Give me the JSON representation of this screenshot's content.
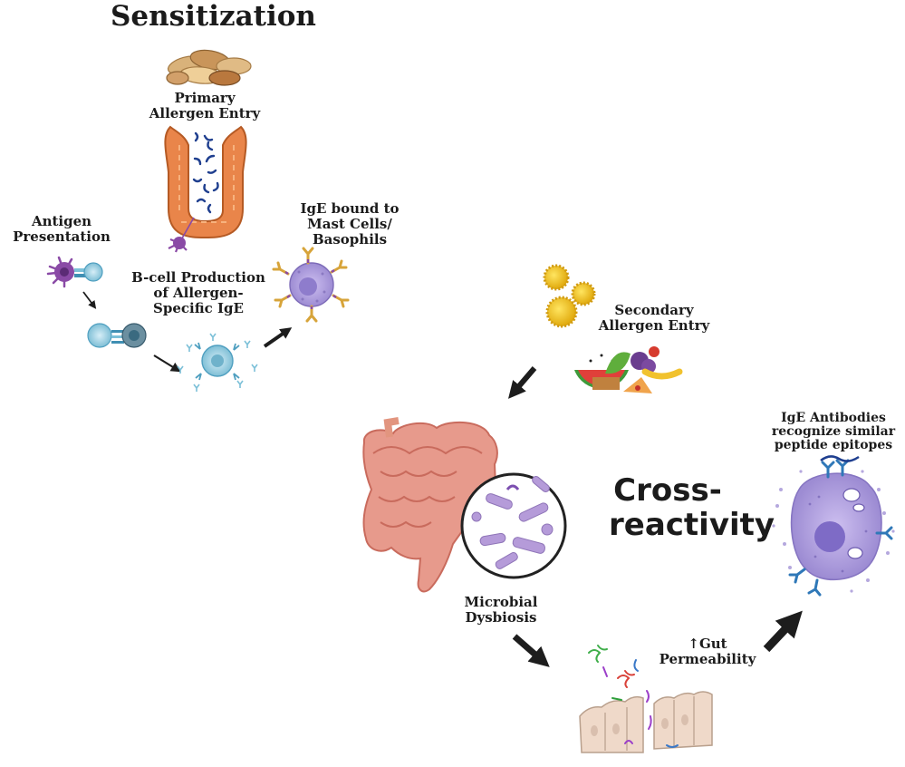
{
  "titles": {
    "sensitization": "Sensitization",
    "cross_reactivity": [
      "Cross-",
      "reactivity"
    ]
  },
  "labels": {
    "primary_allergen_entry": [
      "Primary",
      "Allergen Entry"
    ],
    "antigen_presentation": [
      "Antigen",
      "Presentation"
    ],
    "b_cell_production": [
      "B-cell Production",
      "of Allergen-",
      "Specific IgE"
    ],
    "ige_bound": [
      "IgE bound to",
      "Mast Cells/",
      "Basophils"
    ],
    "secondary_allergen_entry": [
      "Secondary",
      "Allergen Entry"
    ],
    "microbial_dysbiosis": [
      "Microbial",
      "Dysbiosis"
    ],
    "gut_permeability": [
      "↑Gut",
      "Permeability"
    ],
    "ige_antibodies": [
      "IgE Antibodies",
      "recognize similar",
      "peptide epitopes"
    ]
  },
  "colors": {
    "villus": "#e9854a",
    "dendritic": "#8a4aa6",
    "bcell": "#7cc0d8",
    "mast": "#a596d6",
    "antibody_gold": "#d7a43a",
    "antibody_blue": "#2f78b8",
    "pollen": "#f2c417",
    "intestine": "#e79a8c",
    "bacteria": "#b59bd9",
    "epithelium": "#efd9c9",
    "arrow": "#1d1d1d"
  }
}
